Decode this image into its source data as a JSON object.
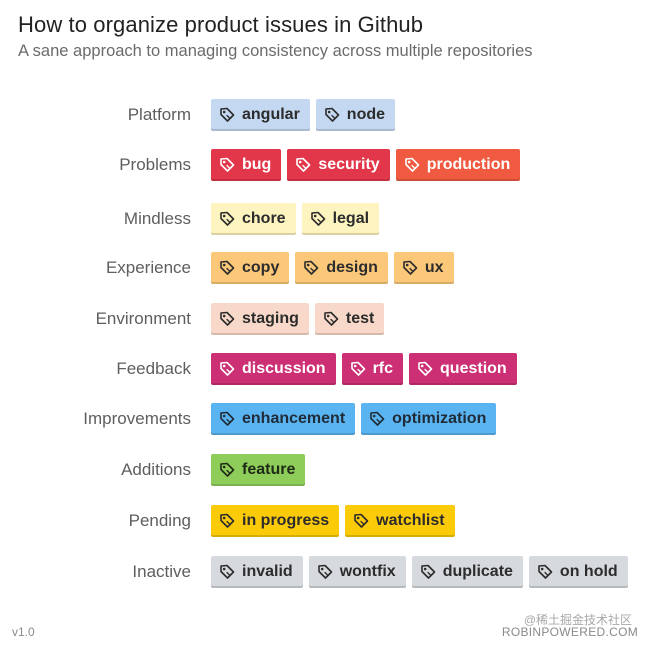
{
  "title": "How to organize product issues in Github",
  "subtitle": "A sane approach to managing consistency across multiple repositories",
  "footer": {
    "version": "v1.0",
    "site": "ROBINPOWERED.COM",
    "watermark": "@稀土掘金技术社区"
  },
  "icons": {
    "label": "tag-icon"
  },
  "categories": [
    {
      "name": "Platform",
      "bg": "#c5d8f1",
      "fg": "#2c2c2c",
      "labels": [
        "angular",
        "node"
      ]
    },
    {
      "name": "Problems",
      "bg": "#e2374a",
      "fg": "#ffffff",
      "labels": [
        "bug",
        "security"
      ]
    },
    {
      "name": "Mindless",
      "bg": "#fdf4bf",
      "fg": "#2c2c2c",
      "labels": [
        "chore",
        "legal"
      ]
    },
    {
      "name": "Experience",
      "bg": "#fbc87a",
      "fg": "#2c2c2c",
      "labels": [
        "copy",
        "design",
        "ux"
      ]
    },
    {
      "name": "Environment",
      "bg": "#f8d9c9",
      "fg": "#2c2c2c",
      "labels": [
        "staging",
        "test"
      ]
    },
    {
      "name": "Feedback",
      "bg": "#cc2f74",
      "fg": "#ffffff",
      "labels": [
        "discussion",
        "rfc",
        "question"
      ]
    },
    {
      "name": "Improvements",
      "bg": "#5ab4f2",
      "fg": "#1f2b36",
      "labels": [
        "enhancement",
        "optimization"
      ]
    },
    {
      "name": "Additions",
      "bg": "#8fcd5a",
      "fg": "#1f2a16",
      "labels": [
        "feature"
      ]
    },
    {
      "name": "Pending",
      "bg": "#fbcb0a",
      "fg": "#2c2c2c",
      "labels": [
        "in progress",
        "watchlist"
      ]
    },
    {
      "name": "Inactive",
      "bg": "#d6d9dd",
      "fg": "#2c2c2c",
      "labels": [
        "invalid",
        "wontfix",
        "duplicate",
        "on hold"
      ]
    }
  ],
  "extra_label": {
    "text": "production",
    "bg": "#ef5a40",
    "fg": "#ffffff"
  }
}
